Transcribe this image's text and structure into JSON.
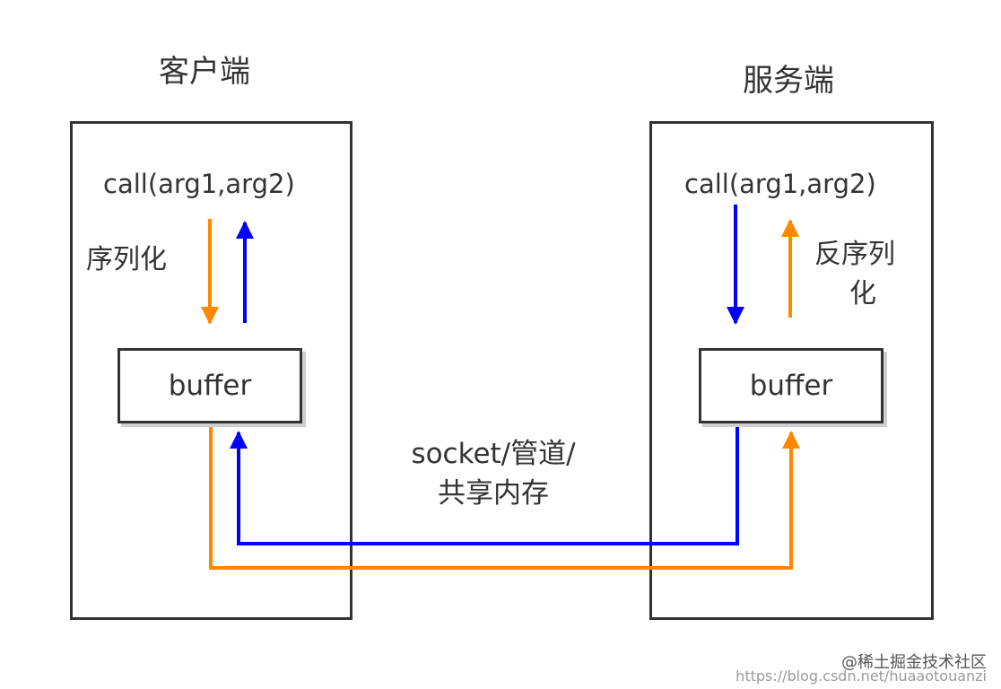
{
  "client": {
    "title": "客户端",
    "call": "call(arg1,arg2)",
    "process_label": "序列化",
    "buffer": "buffer"
  },
  "server": {
    "title": "服务端",
    "call": "call(arg1,arg2)",
    "process_label_line1": "反序列",
    "process_label_line2": "化",
    "buffer": "buffer"
  },
  "transport": {
    "line1": "socket/管道/",
    "line2": "共享内存"
  },
  "watermark": {
    "brand": "@稀土掘金技术社区",
    "url": "https://blog.csdn.net/huaaotouanzi"
  },
  "colors": {
    "request": "#ff8800",
    "response": "#0000ff",
    "border": "#333333"
  }
}
